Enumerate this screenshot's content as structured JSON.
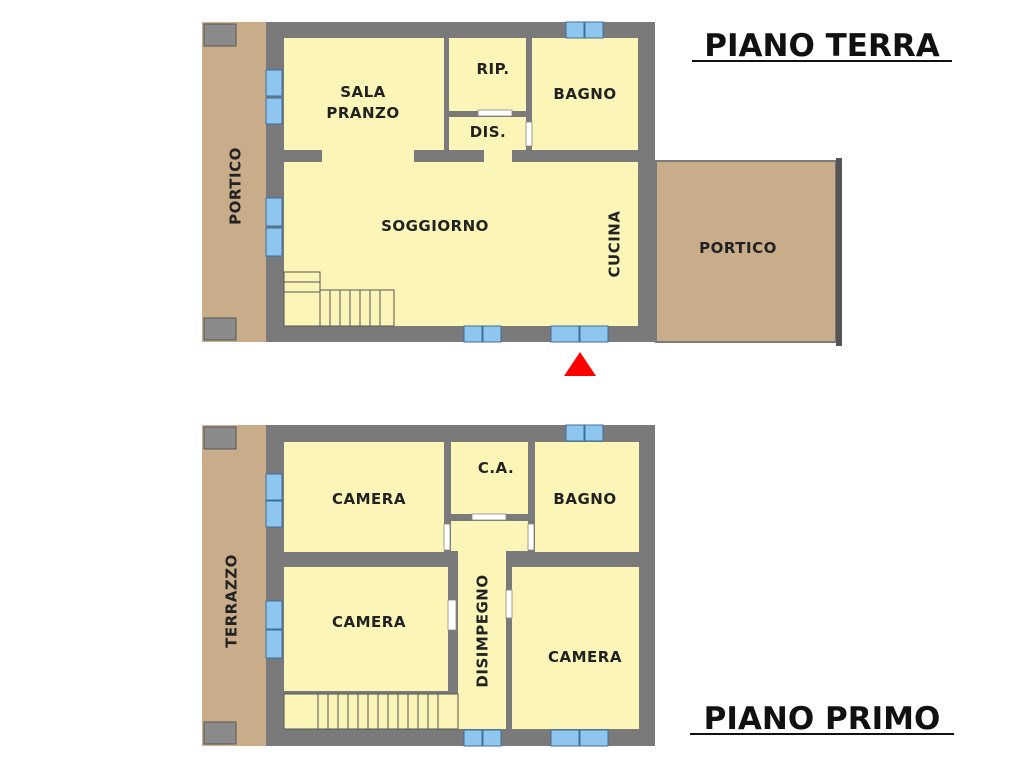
{
  "titles": {
    "ground": "PIANO TERRA",
    "first": "PIANO PRIMO"
  },
  "ground_floor": {
    "porch_left": "PORTICO",
    "dining_line1": "SALA",
    "dining_line2": "PRANZO",
    "storage": "RIP.",
    "hall": "DIS.",
    "bathroom": "BAGNO",
    "living": "SOGGIORNO",
    "kitchen": "CUCINA",
    "porch_right": "PORTICO"
  },
  "first_floor": {
    "terrace": "TERRAZZO",
    "bedroom_top": "CAMERA",
    "closet": "C.A.",
    "bathroom": "BAGNO",
    "bedroom_middle": "CAMERA",
    "hallway": "DISIMPEGNO",
    "bedroom_right": "CAMERA"
  },
  "colors": {
    "wall": "#7a7a7a",
    "room": "#fbf6b8",
    "porch": "#c9ad8a",
    "window": "#8ec6f0",
    "entrance_marker": "#ff0000"
  }
}
